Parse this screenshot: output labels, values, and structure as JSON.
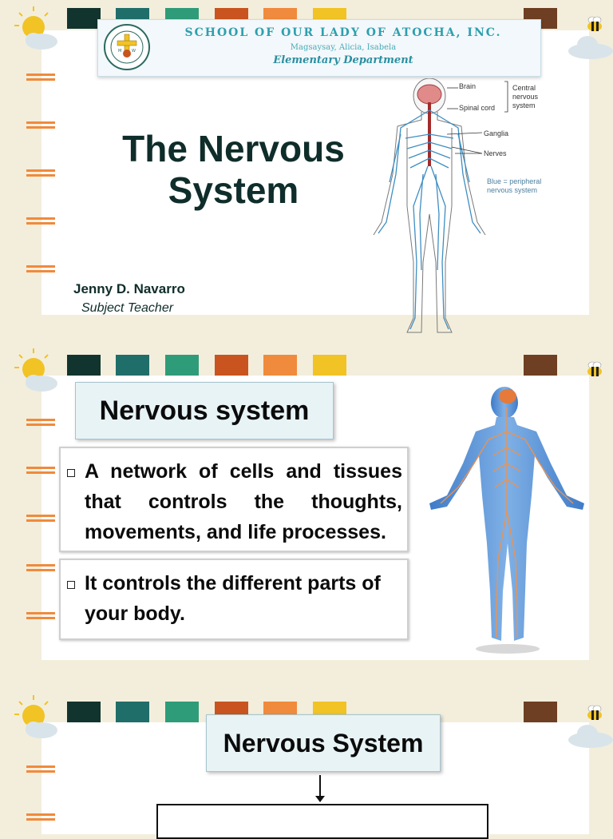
{
  "palette": [
    "#12342e",
    "#206e6a",
    "#2f9c79",
    "#c9541f",
    "#f08a3c",
    "#f1c325",
    "#6e3f22"
  ],
  "slide1": {
    "school_name": "SCHOOL OF OUR LADY OF ATOCHA, INC.",
    "school_address": "Magsaysay, Alicia, Isabela",
    "school_department": "Elementary Department",
    "title_line1": "The Nervous",
    "title_line2": "System",
    "teacher_name": "Jenny D. Navarro",
    "teacher_role": "Subject Teacher",
    "diagram": {
      "brain": "Brain",
      "spinal_cord": "Spinal cord",
      "central_1": "Central",
      "central_2": "nervous",
      "central_3": "system",
      "ganglia": "Ganglia",
      "nerves": "Nerves",
      "blue_1": "Blue = peripheral",
      "blue_2": "nervous system"
    }
  },
  "slide2": {
    "heading": "Nervous system",
    "bullets": [
      "A network of cells and tissues that controls the thoughts, movements, and life processes.",
      "It controls the different parts of your body."
    ]
  },
  "slide3": {
    "heading": "Nervous System"
  }
}
